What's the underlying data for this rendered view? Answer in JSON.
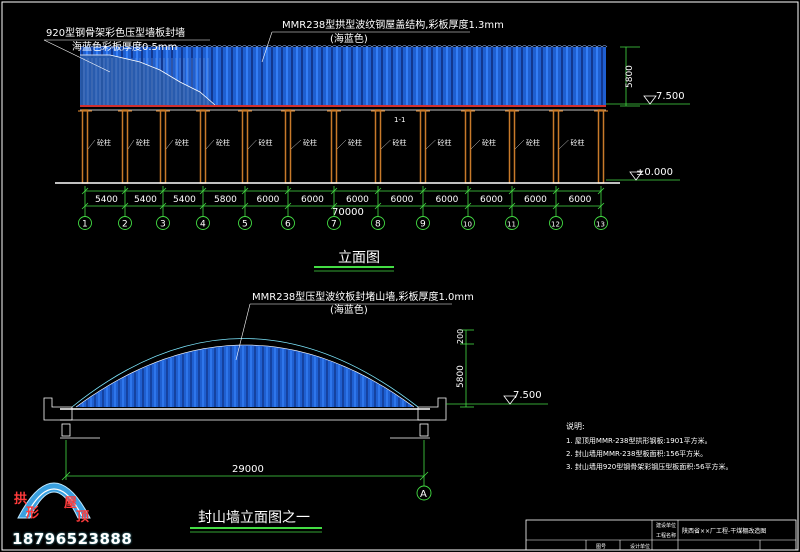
{
  "elevation": {
    "title": "立面图",
    "roof_note": "MMR238型拱型波纹钢屋盖结构,彩板厚度1.3mm",
    "roof_color": "(海蓝色)",
    "wall_note_1": "920型钢骨架彩色压型墙板封墙",
    "wall_note_2": "海蓝色彩板厚度0.5mm",
    "column_label": "砼柱",
    "section_mark": "1-1",
    "height_dim": "5800",
    "elev_top": "7.500",
    "elev_ground": "±0.000",
    "spans": [
      "5400",
      "5400",
      "5400",
      "5800",
      "6000",
      "6000",
      "6000",
      "6000",
      "6000",
      "6000",
      "6000",
      "6000"
    ],
    "total": "70000",
    "axes": [
      "1",
      "2",
      "3",
      "4",
      "5",
      "6",
      "7",
      "8",
      "9",
      "10",
      "11",
      "12",
      "13"
    ]
  },
  "gable": {
    "title": "封山墙立面图之一",
    "note": "MMR238型压型波纹板封堵山墙,彩板厚度1.0mm",
    "color": "(海蓝色)",
    "rise_dim": "5800",
    "top_dim": "200",
    "elev": "7.500",
    "span": "29000",
    "axis": "A"
  },
  "notes": {
    "heading": "说明:",
    "items": [
      "1. 屋顶用MMR-238型拱形钢板:1901平方米。",
      "2. 封山墙用MMR-238型板面积:156平方米。",
      "3. 封山墙用920型钢骨架彩钢压型板面积:56平方米。"
    ]
  },
  "title_block": {
    "project": "陕西省××厂工程-干煤棚改造图",
    "label_1": "建设单位",
    "label_2": "工程名称",
    "label_3": "图号",
    "label_4": "设计单位"
  },
  "brand": {
    "chars": [
      "拱",
      "形",
      "屋",
      "顶"
    ],
    "phone": "18796523888"
  },
  "colors": {
    "panel_blue": "#1f5fd0",
    "panel_light": "#3a86ff",
    "column_orange": "#c87a2a",
    "dim_green": "#44dd44",
    "note_yellow": "#f2f25a"
  }
}
